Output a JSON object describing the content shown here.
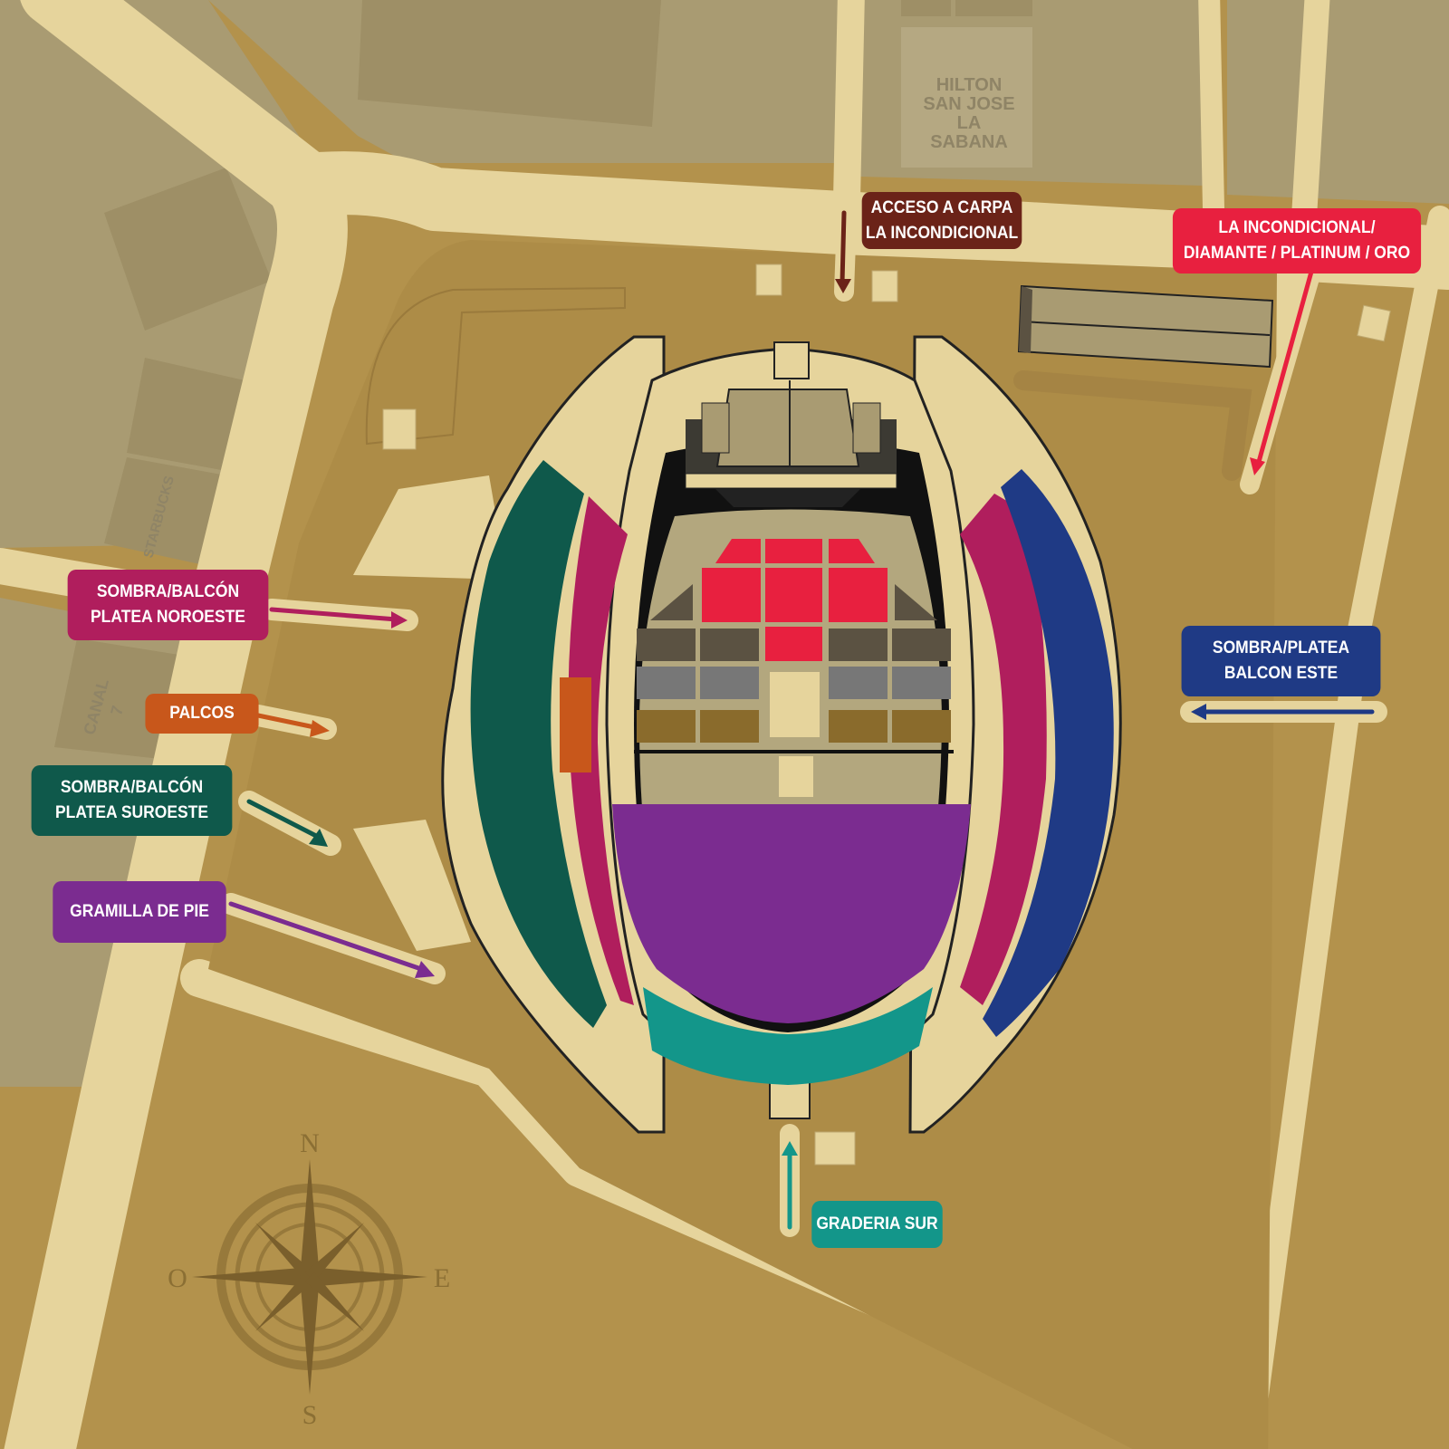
{
  "map_labels": {
    "hotel": [
      "HILTON",
      "SAN JOSE",
      "LA",
      "SABANA"
    ],
    "starbucks": "STARBUCKS",
    "canal": [
      "CANAL",
      "7"
    ]
  },
  "compass": {
    "north": "N",
    "south": "S",
    "east": "E",
    "west": "O"
  },
  "sections": {
    "acceso": {
      "lines": [
        "ACCESO A CARPA",
        "LA INCONDICIONAL"
      ],
      "color": "#6b2318"
    },
    "incondicional": {
      "lines": [
        "LA INCONDICIONAL/",
        "DIAMANTE / PLATINUM / ORO"
      ],
      "color": "#e8203f"
    },
    "noroeste": {
      "lines": [
        "SOMBRA/BALCÓN",
        "PLATEA NOROESTE"
      ],
      "color": "#b01e5d"
    },
    "palcos": {
      "lines": [
        "PALCOS"
      ],
      "color": "#c8571b"
    },
    "suroeste": {
      "lines": [
        "SOMBRA/BALCÓN",
        "PLATEA SUROESTE"
      ],
      "color": "#0f594b"
    },
    "gramilla": {
      "lines": [
        "GRAMILLA DE PIE"
      ],
      "color": "#7b2c90"
    },
    "este": {
      "lines": [
        "SOMBRA/PLATEA",
        "BALCON ESTE"
      ],
      "color": "#1f3a85"
    },
    "graderia": {
      "lines": [
        "GRADERIA SUR"
      ],
      "color": "#13968a"
    }
  },
  "colors": {
    "ground": "#b3924c",
    "road": "#e6d49c",
    "block": "#a99b72",
    "block_light": "#bfb28a"
  }
}
